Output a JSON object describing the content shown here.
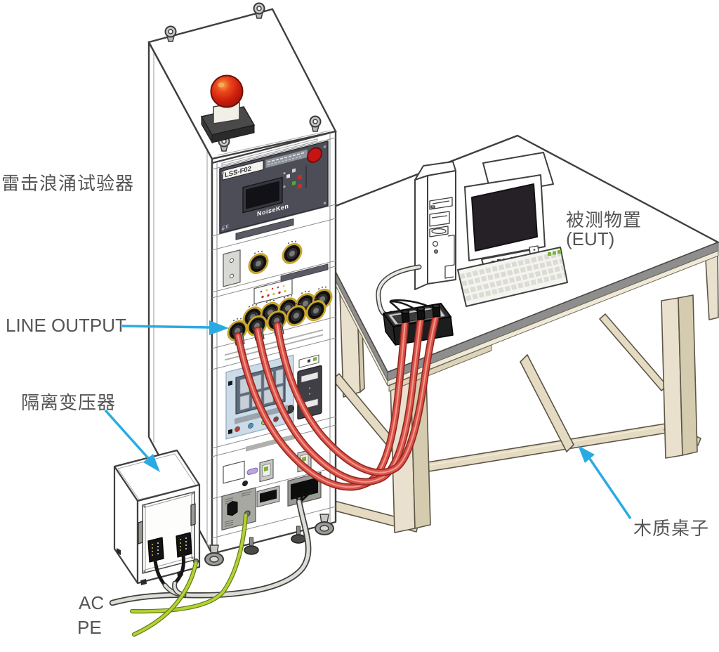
{
  "figure": {
    "type": "isometric-equipment-setup-diagram",
    "description_visible_elements": "lightning surge tester rack with beacon, isolation transformer box, wooden table with EUT computer, red surge output cables, AC and PE wires, blue callout arrows"
  },
  "labels": {
    "surge_tester": "雷击浪涌试验器",
    "line_output": "LINE OUTPUT",
    "isolation_transformer": "隔离变压器",
    "ac": "AC",
    "pe": "PE",
    "eut_name": "被测物置",
    "eut_abbr": "(EUT)",
    "wooden_table": "木质桌子"
  },
  "equipment": {
    "rack_model": "LSS-F02",
    "rack_brand": "NoiseKen",
    "rack_cert": "CE"
  },
  "icons": {
    "beacon": "red-beacon-light",
    "eyebolt": "lifting-eyebolt",
    "caster": "caster-wheel",
    "connector": "round-output-connector",
    "emergency_stop": "red-emergency-stop-button"
  },
  "colors": {
    "arrow_blue": "#29abe2",
    "cable_red": "#dd5147",
    "cable_red_outline": "#8e2a24",
    "cable_green": "#b2d433",
    "cable_gray": "#dedcd6",
    "beacon_red": "#d92313",
    "connector_yellow": "#c9a52c",
    "panel_dark": "#4d4d57",
    "panel_lightblue": "#ccdbe8",
    "table_beige": "#e9e1cd",
    "trim_gray": "#8e8e8e",
    "outline": "#3f3f3f",
    "label_text": "#555555"
  }
}
